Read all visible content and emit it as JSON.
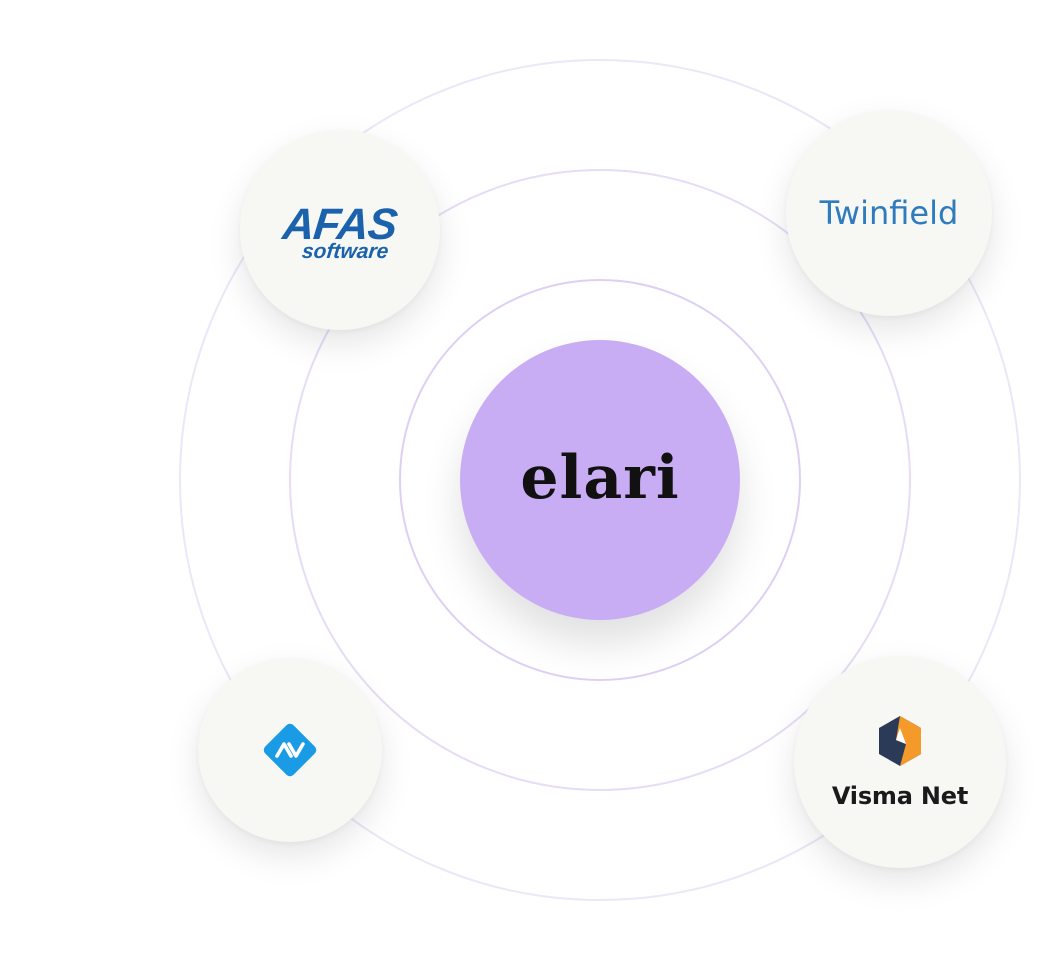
{
  "center": {
    "label": "elari",
    "color": "#c9adf4"
  },
  "rings": {
    "color": "#e8e0f7"
  },
  "nodes": {
    "afas": {
      "main": "AFAS",
      "sub": "software",
      "color": "#1b62ad"
    },
    "twinfield": {
      "label": "Twinfield",
      "color": "#2e7bbd"
    },
    "av": {
      "icon": "av-diamond-icon",
      "color": "#1a9be6"
    },
    "visma": {
      "label": "Visma Net",
      "icon": "visma-hex-icon",
      "colors": [
        "#2b3a57",
        "#f39a2b"
      ]
    }
  }
}
